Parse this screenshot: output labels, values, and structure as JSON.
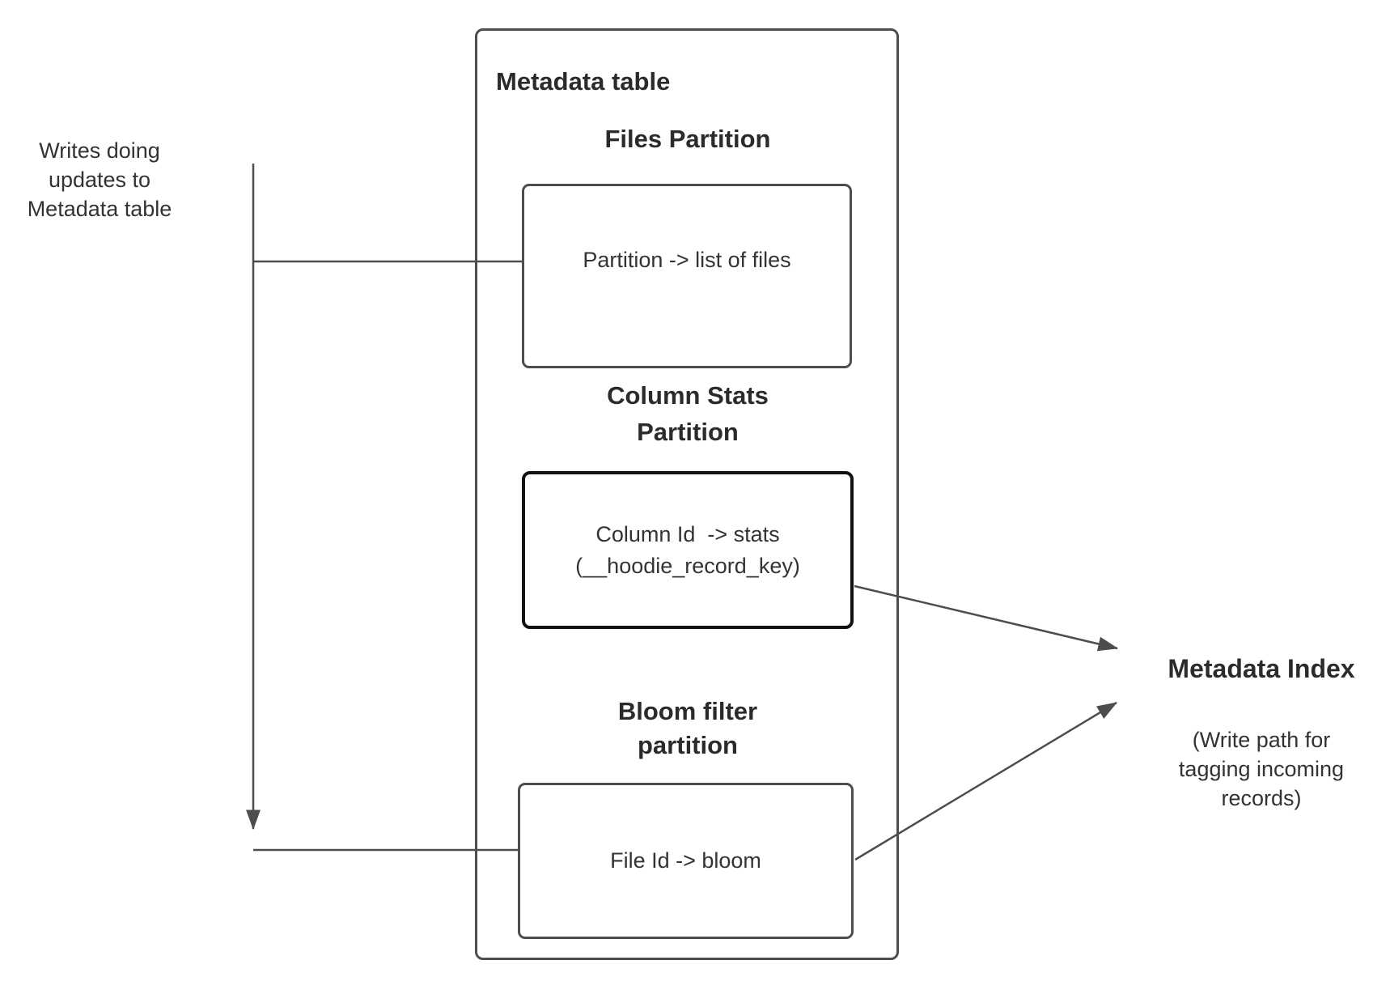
{
  "diagram": {
    "left_note": {
      "lines": [
        "Writes doing",
        "updates to",
        "Metadata table"
      ]
    },
    "container": {
      "title": "Metadata table"
    },
    "files_partition": {
      "heading": "Files Partition",
      "body": "Partition -> list of files"
    },
    "column_stats_partition": {
      "heading_lines": [
        "Column Stats",
        "Partition"
      ],
      "body_lines": [
        "Column Id  -> stats",
        "(__hoodie_record_key)"
      ]
    },
    "bloom_partition": {
      "heading_lines": [
        "Bloom filter",
        "partition"
      ],
      "body": "File Id -> bloom"
    },
    "metadata_index": {
      "title": "Metadata Index",
      "subtitle_lines": [
        "(Write path for",
        "tagging incoming",
        "records)"
      ]
    },
    "colors": {
      "connector_line": "#4d4d4d",
      "box_border": "#4d4d4d",
      "stats_box_border": "#111111",
      "text": "#333333",
      "heading_text": "#2b2b2b",
      "background": "#ffffff"
    }
  }
}
